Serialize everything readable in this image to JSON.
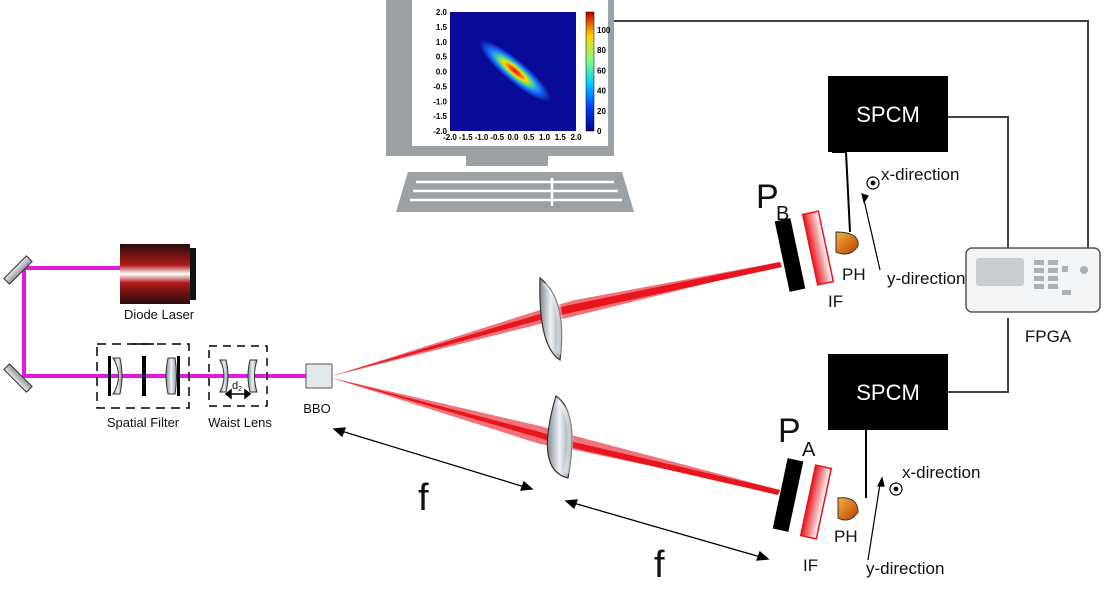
{
  "labels": {
    "diode_laser": "Diode Laser",
    "spatial_filter": "Spatial Filter",
    "waist_lens": "Waist Lens",
    "waist_distance": "d",
    "waist_distance_sub": "2",
    "bbo": "BBO",
    "focal_1": "f",
    "focal_2": "f",
    "polarizer_b": "P",
    "polarizer_b_sub": "B",
    "polarizer_a": "P",
    "polarizer_a_sub": "A",
    "filter_b": "IF",
    "filter_a": "IF",
    "pinhole_b": "PH",
    "pinhole_a": "PH",
    "x_dir_b": "x-direction",
    "y_dir_b": "y-direction",
    "x_dir_a": "x-direction",
    "y_dir_a": "y-direction",
    "spcm_top": "SPCM",
    "spcm_bottom": "SPCM",
    "fpga": "FPGA"
  },
  "plot": {
    "y_ticks": [
      "2.0",
      "1.5",
      "1.0",
      "0.5",
      "0.0",
      "-0.5",
      "-1.0",
      "-1.5",
      "-2.0"
    ],
    "x_ticks": [
      "-2.0",
      "-1.5",
      "-1.0",
      "-0.5",
      "0.0",
      "0.5",
      "1.0",
      "1.5",
      "2.0"
    ],
    "colorbar_ticks": [
      "100",
      "80",
      "60",
      "40",
      "20",
      "0"
    ]
  },
  "colors": {
    "pump_beam": "#e01adc",
    "downconverted_beam": "#e8141e",
    "detector_box": "#000000"
  }
}
